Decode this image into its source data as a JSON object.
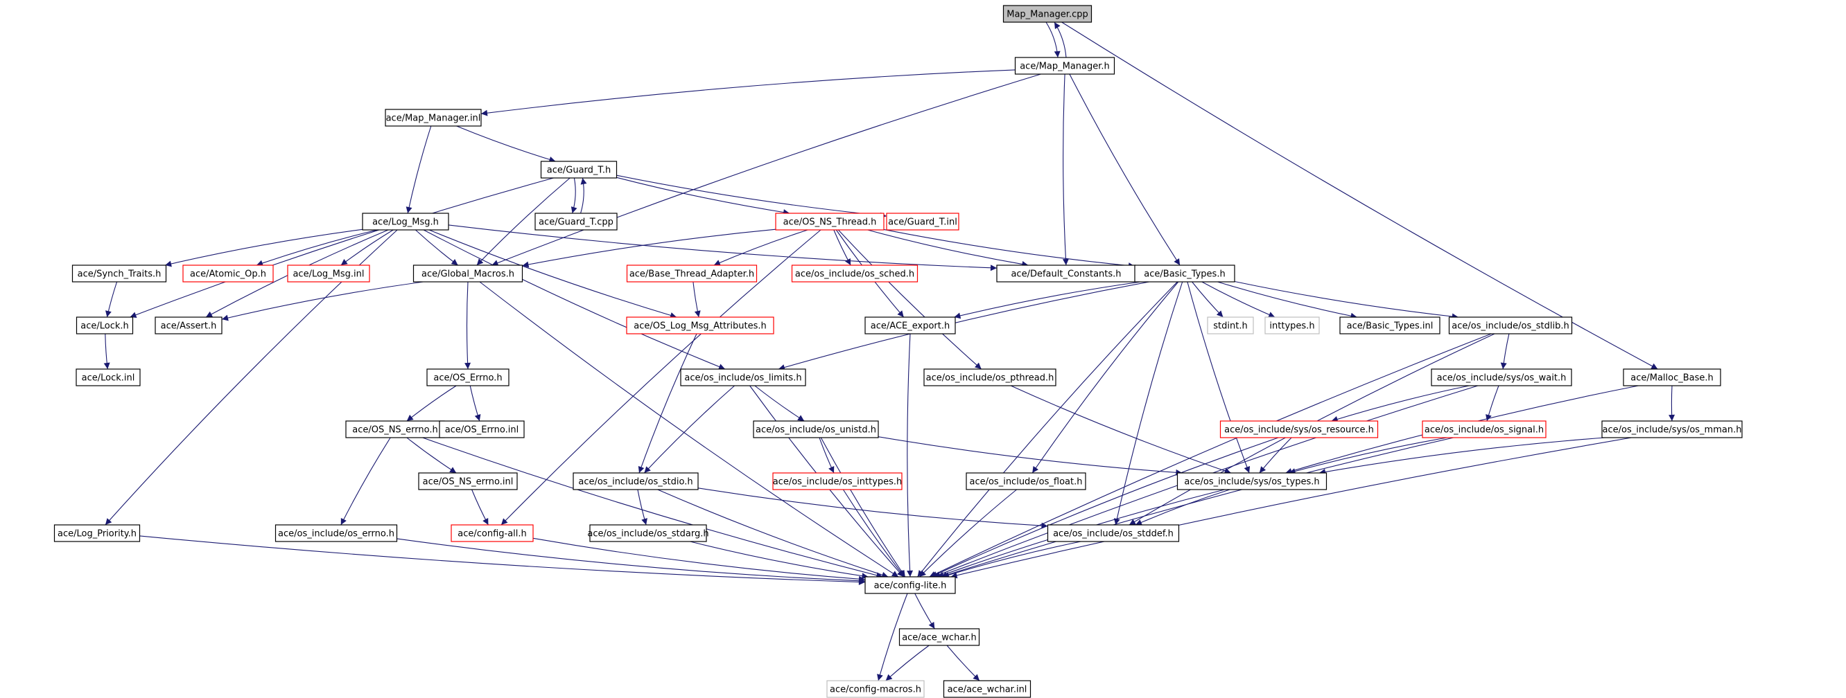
{
  "colors": {
    "edge": "#191970",
    "normal_border": "#000000",
    "truncated_border": "#ff0000",
    "external_border": "#bfbfbf",
    "root_fill": "#bfbfbf",
    "fill": "#ffffff"
  },
  "nodes": [
    {
      "id": "n0",
      "label": "Map_Manager.cpp",
      "style": "root"
    },
    {
      "id": "n1",
      "label": "ace/Map_Manager.h",
      "style": "normal"
    },
    {
      "id": "n2",
      "label": "ace/Map_Manager.inl",
      "style": "normal"
    },
    {
      "id": "n3",
      "label": "ace/Guard_T.h",
      "style": "normal"
    },
    {
      "id": "n4",
      "label": "ace/Guard_T.cpp",
      "style": "normal"
    },
    {
      "id": "n5",
      "label": "ace/Log_Msg.h",
      "style": "normal"
    },
    {
      "id": "n6",
      "label": "ace/OS_NS_Thread.h",
      "style": "truncated"
    },
    {
      "id": "n7",
      "label": "ace/Guard_T.inl",
      "style": "truncated"
    },
    {
      "id": "n8",
      "label": "ace/Synch_Traits.h",
      "style": "normal"
    },
    {
      "id": "n9",
      "label": "ace/Atomic_Op.h",
      "style": "truncated"
    },
    {
      "id": "n10",
      "label": "ace/Log_Msg.inl",
      "style": "truncated"
    },
    {
      "id": "n11",
      "label": "ace/Global_Macros.h",
      "style": "normal"
    },
    {
      "id": "n12",
      "label": "ace/Base_Thread_Adapter.h",
      "style": "truncated"
    },
    {
      "id": "n13",
      "label": "ace/os_include/os_sched.h",
      "style": "truncated"
    },
    {
      "id": "n14",
      "label": "ace/Default_Constants.h",
      "style": "normal"
    },
    {
      "id": "n15",
      "label": "ace/Basic_Types.h",
      "style": "normal"
    },
    {
      "id": "n16",
      "label": "ace/Lock.h",
      "style": "normal"
    },
    {
      "id": "n17",
      "label": "ace/Assert.h",
      "style": "normal"
    },
    {
      "id": "n18",
      "label": "ace/OS_Log_Msg_Attributes.h",
      "style": "truncated"
    },
    {
      "id": "n19",
      "label": "ace/ACE_export.h",
      "style": "normal"
    },
    {
      "id": "n20",
      "label": "stdint.h",
      "style": "external"
    },
    {
      "id": "n21",
      "label": "inttypes.h",
      "style": "external"
    },
    {
      "id": "n22",
      "label": "ace/Basic_Types.inl",
      "style": "normal"
    },
    {
      "id": "n23",
      "label": "ace/os_include/os_stdlib.h",
      "style": "normal"
    },
    {
      "id": "n24",
      "label": "ace/Lock.inl",
      "style": "normal"
    },
    {
      "id": "n25",
      "label": "ace/OS_Errno.h",
      "style": "normal"
    },
    {
      "id": "n26",
      "label": "ace/os_include/os_limits.h",
      "style": "normal"
    },
    {
      "id": "n27",
      "label": "ace/os_include/os_pthread.h",
      "style": "normal"
    },
    {
      "id": "n28",
      "label": "ace/os_include/sys/os_wait.h",
      "style": "normal"
    },
    {
      "id": "n29",
      "label": "ace/Malloc_Base.h",
      "style": "normal"
    },
    {
      "id": "n30",
      "label": "ace/OS_NS_errno.h",
      "style": "normal"
    },
    {
      "id": "n31",
      "label": "ace/OS_Errno.inl",
      "style": "normal"
    },
    {
      "id": "n32",
      "label": "ace/os_include/os_unistd.h",
      "style": "normal"
    },
    {
      "id": "n33",
      "label": "ace/os_include/sys/os_resource.h",
      "style": "truncated"
    },
    {
      "id": "n34",
      "label": "ace/os_include/os_signal.h",
      "style": "truncated"
    },
    {
      "id": "n35",
      "label": "ace/os_include/sys/os_mman.h",
      "style": "normal"
    },
    {
      "id": "n36",
      "label": "ace/OS_NS_errno.inl",
      "style": "normal"
    },
    {
      "id": "n37",
      "label": "ace/os_include/os_inttypes.h",
      "style": "truncated"
    },
    {
      "id": "n38",
      "label": "ace/os_include/os_stdio.h",
      "style": "normal"
    },
    {
      "id": "n39",
      "label": "ace/os_include/os_float.h",
      "style": "normal"
    },
    {
      "id": "n40",
      "label": "ace/os_include/sys/os_types.h",
      "style": "normal"
    },
    {
      "id": "n41",
      "label": "ace/Log_Priority.h",
      "style": "normal"
    },
    {
      "id": "n42",
      "label": "ace/os_include/os_errno.h",
      "style": "normal"
    },
    {
      "id": "n43",
      "label": "ace/config-all.h",
      "style": "truncated"
    },
    {
      "id": "n44",
      "label": "ace/os_include/os_stdarg.h",
      "style": "normal"
    },
    {
      "id": "n45",
      "label": "ace/os_include/os_stddef.h",
      "style": "normal"
    },
    {
      "id": "n46",
      "label": "ace/config-lite.h",
      "style": "normal"
    },
    {
      "id": "n47",
      "label": "ace/ace_wchar.h",
      "style": "normal"
    },
    {
      "id": "n48",
      "label": "ace/config-macros.h",
      "style": "external"
    },
    {
      "id": "n49",
      "label": "ace/ace_wchar.inl",
      "style": "normal"
    }
  ],
  "edges": [
    [
      "n0",
      "n1"
    ],
    [
      "n1",
      "n0"
    ],
    [
      "n0",
      "n29"
    ],
    [
      "n1",
      "n2"
    ],
    [
      "n1",
      "n11"
    ],
    [
      "n1",
      "n14"
    ],
    [
      "n1",
      "n15"
    ],
    [
      "n2",
      "n3"
    ],
    [
      "n2",
      "n5"
    ],
    [
      "n3",
      "n4"
    ],
    [
      "n4",
      "n3"
    ],
    [
      "n3",
      "n6"
    ],
    [
      "n3",
      "n7"
    ],
    [
      "n3",
      "n11"
    ],
    [
      "n3",
      "n16"
    ],
    [
      "n5",
      "n8"
    ],
    [
      "n5",
      "n9"
    ],
    [
      "n5",
      "n10"
    ],
    [
      "n5",
      "n11"
    ],
    [
      "n5",
      "n17"
    ],
    [
      "n5",
      "n18"
    ],
    [
      "n5",
      "n41"
    ],
    [
      "n5",
      "n14"
    ],
    [
      "n5",
      "n26"
    ],
    [
      "n6",
      "n11"
    ],
    [
      "n6",
      "n12"
    ],
    [
      "n6",
      "n13"
    ],
    [
      "n6",
      "n14"
    ],
    [
      "n6",
      "n15"
    ],
    [
      "n6",
      "n19"
    ],
    [
      "n6",
      "n27"
    ],
    [
      "n6",
      "n43"
    ],
    [
      "n8",
      "n16"
    ],
    [
      "n16",
      "n24"
    ],
    [
      "n11",
      "n17"
    ],
    [
      "n11",
      "n25"
    ],
    [
      "n11",
      "n46"
    ],
    [
      "n12",
      "n18"
    ],
    [
      "n18",
      "n38"
    ],
    [
      "n15",
      "n19"
    ],
    [
      "n15",
      "n20"
    ],
    [
      "n15",
      "n21"
    ],
    [
      "n15",
      "n22"
    ],
    [
      "n15",
      "n23"
    ],
    [
      "n15",
      "n26"
    ],
    [
      "n15",
      "n39"
    ],
    [
      "n15",
      "n45"
    ],
    [
      "n15",
      "n40"
    ],
    [
      "n15",
      "n46"
    ],
    [
      "n19",
      "n46"
    ],
    [
      "n23",
      "n28"
    ],
    [
      "n23",
      "n45"
    ],
    [
      "n23",
      "n46"
    ],
    [
      "n25",
      "n30"
    ],
    [
      "n25",
      "n31"
    ],
    [
      "n26",
      "n32"
    ],
    [
      "n26",
      "n38"
    ],
    [
      "n26",
      "n46"
    ],
    [
      "n27",
      "n40"
    ],
    [
      "n28",
      "n33"
    ],
    [
      "n28",
      "n34"
    ],
    [
      "n28",
      "n46"
    ],
    [
      "n29",
      "n35"
    ],
    [
      "n29",
      "n40"
    ],
    [
      "n30",
      "n36"
    ],
    [
      "n30",
      "n42"
    ],
    [
      "n30",
      "n46"
    ],
    [
      "n32",
      "n37"
    ],
    [
      "n32",
      "n40"
    ],
    [
      "n32",
      "n46"
    ],
    [
      "n33",
      "n40"
    ],
    [
      "n33",
      "n46"
    ],
    [
      "n34",
      "n40"
    ],
    [
      "n34",
      "n46"
    ],
    [
      "n35",
      "n40"
    ],
    [
      "n35",
      "n46"
    ],
    [
      "n36",
      "n43"
    ],
    [
      "n37",
      "n46"
    ],
    [
      "n38",
      "n44"
    ],
    [
      "n38",
      "n45"
    ],
    [
      "n38",
      "n46"
    ],
    [
      "n39",
      "n46"
    ],
    [
      "n40",
      "n45"
    ],
    [
      "n40",
      "n46"
    ],
    [
      "n41",
      "n46"
    ],
    [
      "n42",
      "n46"
    ],
    [
      "n43",
      "n46"
    ],
    [
      "n44",
      "n46"
    ],
    [
      "n45",
      "n46"
    ],
    [
      "n46",
      "n47"
    ],
    [
      "n46",
      "n48"
    ],
    [
      "n47",
      "n48"
    ],
    [
      "n47",
      "n49"
    ]
  ]
}
